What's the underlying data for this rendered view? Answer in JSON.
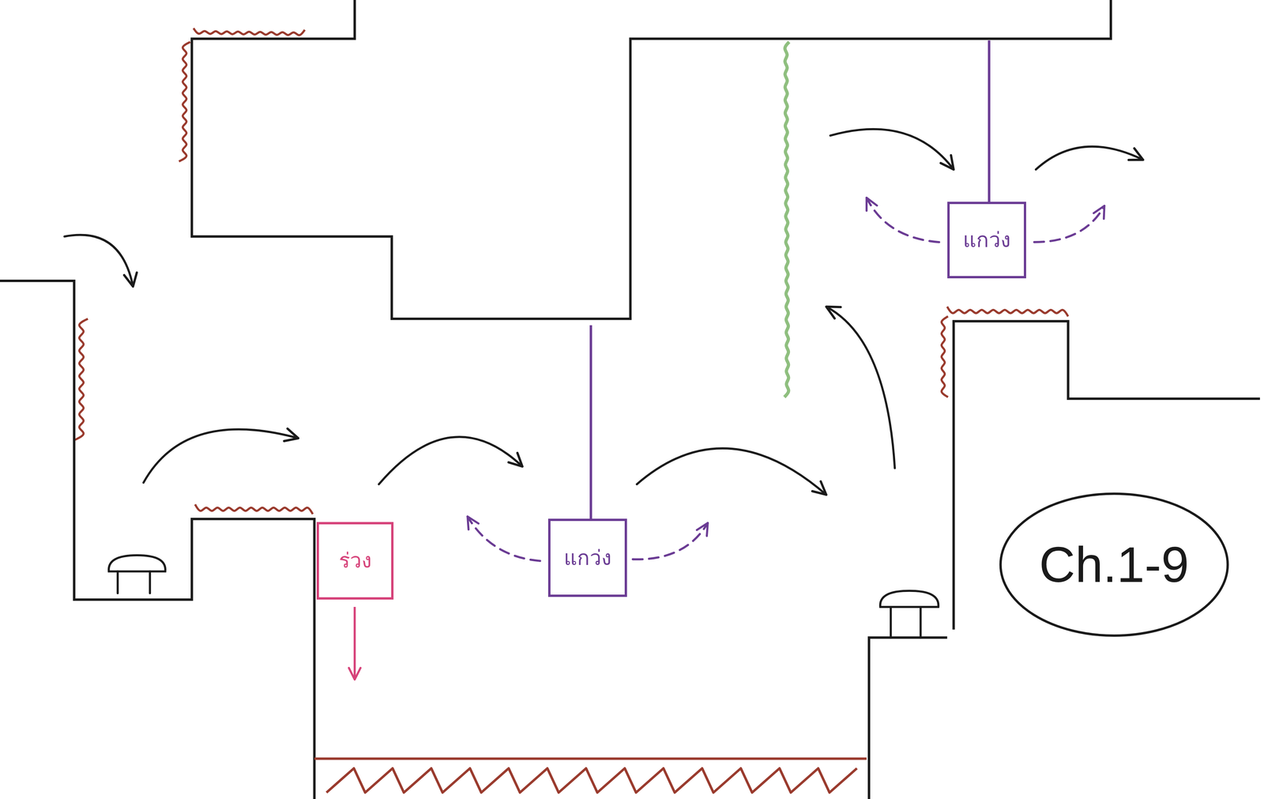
{
  "diagram": {
    "nodes": [
      {
        "text": [
          "แกว่ง"
        ]
      },
      {
        "text": [
          "ร่วง"
        ]
      },
      {
        "text": [
          "แกว่ง"
        ]
      },
      {
        "text": [
          "Ch.1-9"
        ]
      }
    ]
  }
}
